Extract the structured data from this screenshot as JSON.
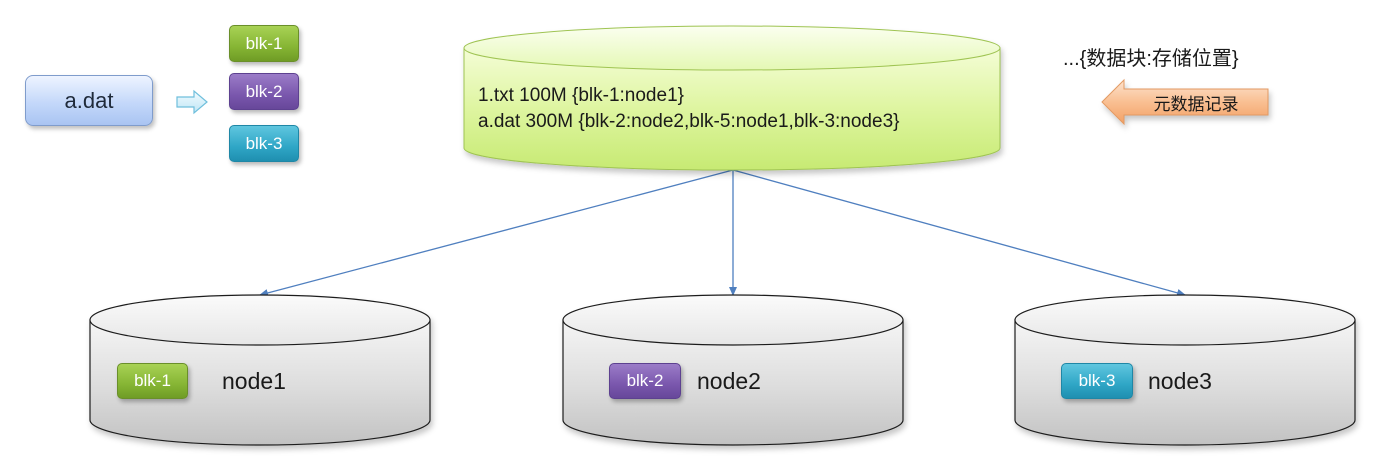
{
  "file": {
    "name": "a.dat"
  },
  "file_blocks": [
    {
      "label": "blk-1",
      "color": "#8dbb3a"
    },
    {
      "label": "blk-2",
      "color": "#7b58ad"
    },
    {
      "label": "blk-3",
      "color": "#31a8c8"
    }
  ],
  "metadata_store": {
    "lines": [
      "1.txt 100M {blk-1:node1}",
      "a.dat 300M {blk-2:node2,blk-5:node1,blk-3:node3}"
    ],
    "color": "#dff5a4"
  },
  "annotation": {
    "note": "...{数据块:存储位置}",
    "arrow_label": "元数据记录",
    "arrow_color": "#f7b07c"
  },
  "nodes": [
    {
      "name": "node1",
      "block": "blk-1"
    },
    {
      "name": "node2",
      "block": "blk-2"
    },
    {
      "name": "node3",
      "block": "blk-3"
    }
  ],
  "connector_color": "#4f7fbf"
}
